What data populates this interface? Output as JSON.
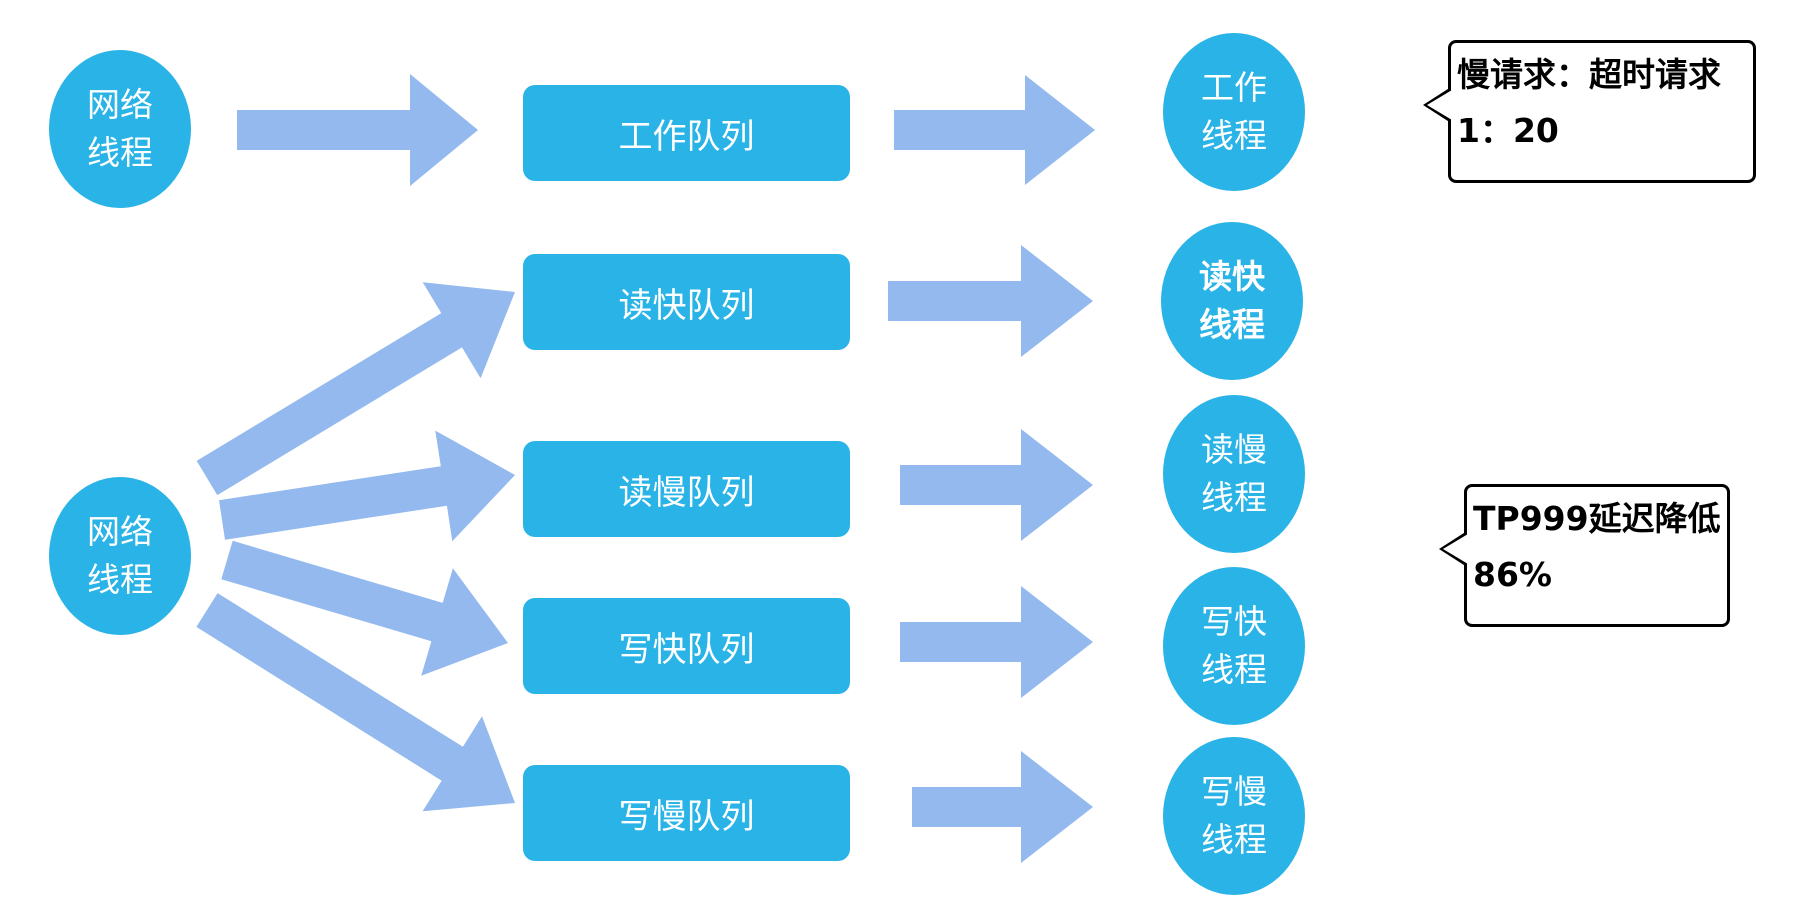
{
  "colors": {
    "node": "#29b3e6",
    "arrow": "#93b9ee",
    "text": "#ffffff"
  },
  "top_flow": {
    "net_thread": {
      "line1": "网络",
      "line2": "线程"
    },
    "queue": "工作队列",
    "worker": {
      "line1": "工作",
      "line2": "线程"
    }
  },
  "bottom_flow": {
    "net_thread": {
      "line1": "网络",
      "line2": "线程"
    },
    "queues": [
      "读快队列",
      "读慢队列",
      "写快队列",
      "写慢队列"
    ],
    "workers": [
      {
        "line1": "读快",
        "line2": "线程"
      },
      {
        "line1": "读慢",
        "line2": "线程"
      },
      {
        "line1": "写快",
        "line2": "线程"
      },
      {
        "line1": "写慢",
        "line2": "线程"
      }
    ]
  },
  "callouts": {
    "ratio": {
      "line1": "慢请求：超时请求",
      "line2": "1：20"
    },
    "latency": {
      "line1": "TP999延迟降低",
      "line2": "86%"
    }
  }
}
